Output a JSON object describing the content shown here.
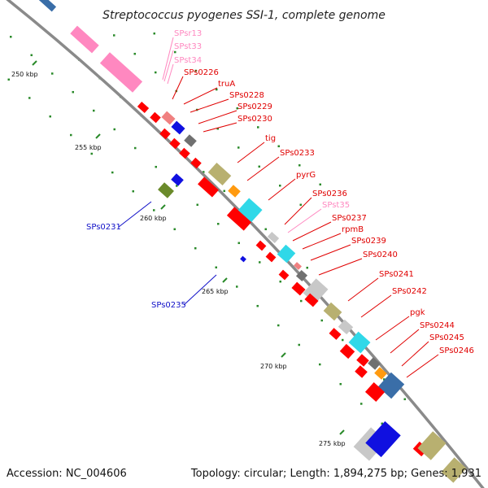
{
  "title": "Streptococcus pyogenes SSI-1, complete genome",
  "footer": {
    "accession": "Accession: NC_004606",
    "summary": "Topology: circular; Length: 1,894,275 bp; Genes: 1,931"
  },
  "colors": {
    "cds": "#ff0000",
    "rna": "#ff88c0",
    "label_red": "#e00000",
    "label_pink": "#ff88c0",
    "label_blue": "#1010c8",
    "axis": "#888888",
    "tick": "#2a8a2a"
  },
  "ticks": [
    {
      "kbp": 250,
      "label": "250 kbp"
    },
    {
      "kbp": 255,
      "label": "255 kbp"
    },
    {
      "kbp": 260,
      "label": "260 kbp"
    },
    {
      "kbp": 265,
      "label": "265 kbp"
    },
    {
      "kbp": 270,
      "label": "270 kbp"
    },
    {
      "kbp": 275,
      "label": "275 kbp"
    }
  ],
  "labels_outer": [
    {
      "text": "SPsr13",
      "color": "pink"
    },
    {
      "text": "SPst33",
      "color": "pink"
    },
    {
      "text": "SPst34",
      "color": "pink"
    },
    {
      "text": "SPs0226",
      "color": "red"
    },
    {
      "text": "truA",
      "color": "red"
    },
    {
      "text": "SPs0228",
      "color": "red"
    },
    {
      "text": "SPs0229",
      "color": "red"
    },
    {
      "text": "SPs0230",
      "color": "red"
    },
    {
      "text": "tig",
      "color": "red"
    },
    {
      "text": "SPs0233",
      "color": "red"
    },
    {
      "text": "pyrG",
      "color": "red"
    },
    {
      "text": "SPs0236",
      "color": "red"
    },
    {
      "text": "SPst35",
      "color": "pink"
    },
    {
      "text": "SPs0237",
      "color": "red"
    },
    {
      "text": "rpmB",
      "color": "red"
    },
    {
      "text": "SPs0239",
      "color": "red"
    },
    {
      "text": "SPs0240",
      "color": "red"
    },
    {
      "text": "SPs0241",
      "color": "red"
    },
    {
      "text": "SPs0242",
      "color": "red"
    },
    {
      "text": "pgk",
      "color": "red"
    },
    {
      "text": "SPs0244",
      "color": "red"
    },
    {
      "text": "SPs0245",
      "color": "red"
    },
    {
      "text": "SPs0246",
      "color": "red"
    }
  ],
  "labels_inner": [
    {
      "text": "SPs0231",
      "color": "blue"
    },
    {
      "text": "SPs0235",
      "color": "blue"
    }
  ]
}
